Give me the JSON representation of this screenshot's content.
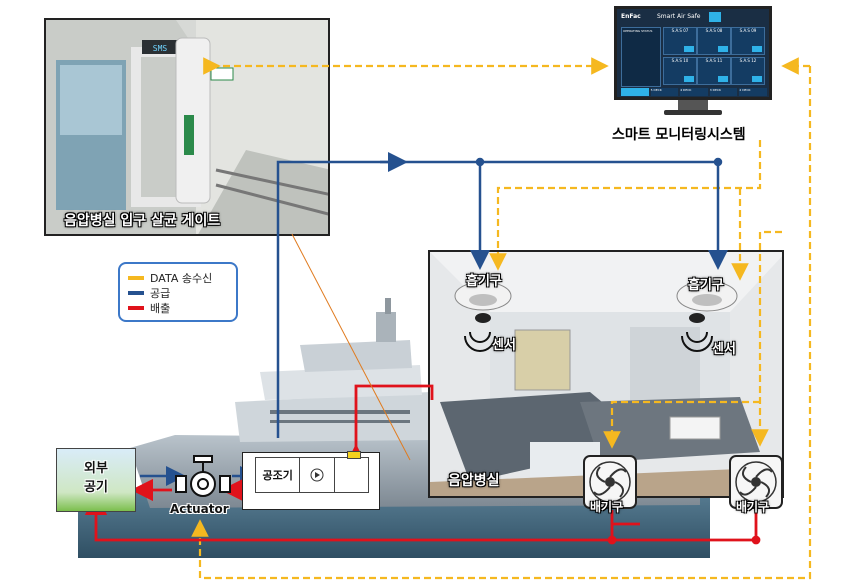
{
  "labels": {
    "gate_caption": "음압병실 입구 살균 게이트",
    "monitor_caption": "스마트 모니터링시스템",
    "room_caption": "음압병실",
    "exhaust_caption_1": "흡기구",
    "exhaust_caption_2": "흡기구",
    "sensor_1": "센서",
    "sensor_2": "센서",
    "outlet_1": "배기구",
    "outlet_2": "배기구",
    "outside_air": "외부\n공기",
    "ahu": "공조기",
    "actuator": "Actuator",
    "gate_sign": "SMS",
    "monitor_brand": "EnFac",
    "monitor_title": "Smart Air Safe"
  },
  "legend": [
    {
      "label": "DATA 송수신",
      "color": "#f5b820"
    },
    {
      "label": "공급",
      "color": "#25518f"
    },
    {
      "label": "배출",
      "color": "#e0121b"
    }
  ],
  "monitor": {
    "sidebar_header": "OPERATING STATUS",
    "tiles": [
      "S.A.S 07",
      "S.A.S 08",
      "S.A.S 09",
      "S.A.S 10",
      "S.A.S 11",
      "S.A.S 12"
    ],
    "tabs": [
      "",
      "5 DECK",
      "4 DECK",
      "3 DECK",
      "2 DECK"
    ]
  },
  "colors": {
    "data_line": "#f5b820",
    "supply_line": "#25518f",
    "exhaust_line": "#e0121b",
    "legend_border": "#3c78c8"
  }
}
